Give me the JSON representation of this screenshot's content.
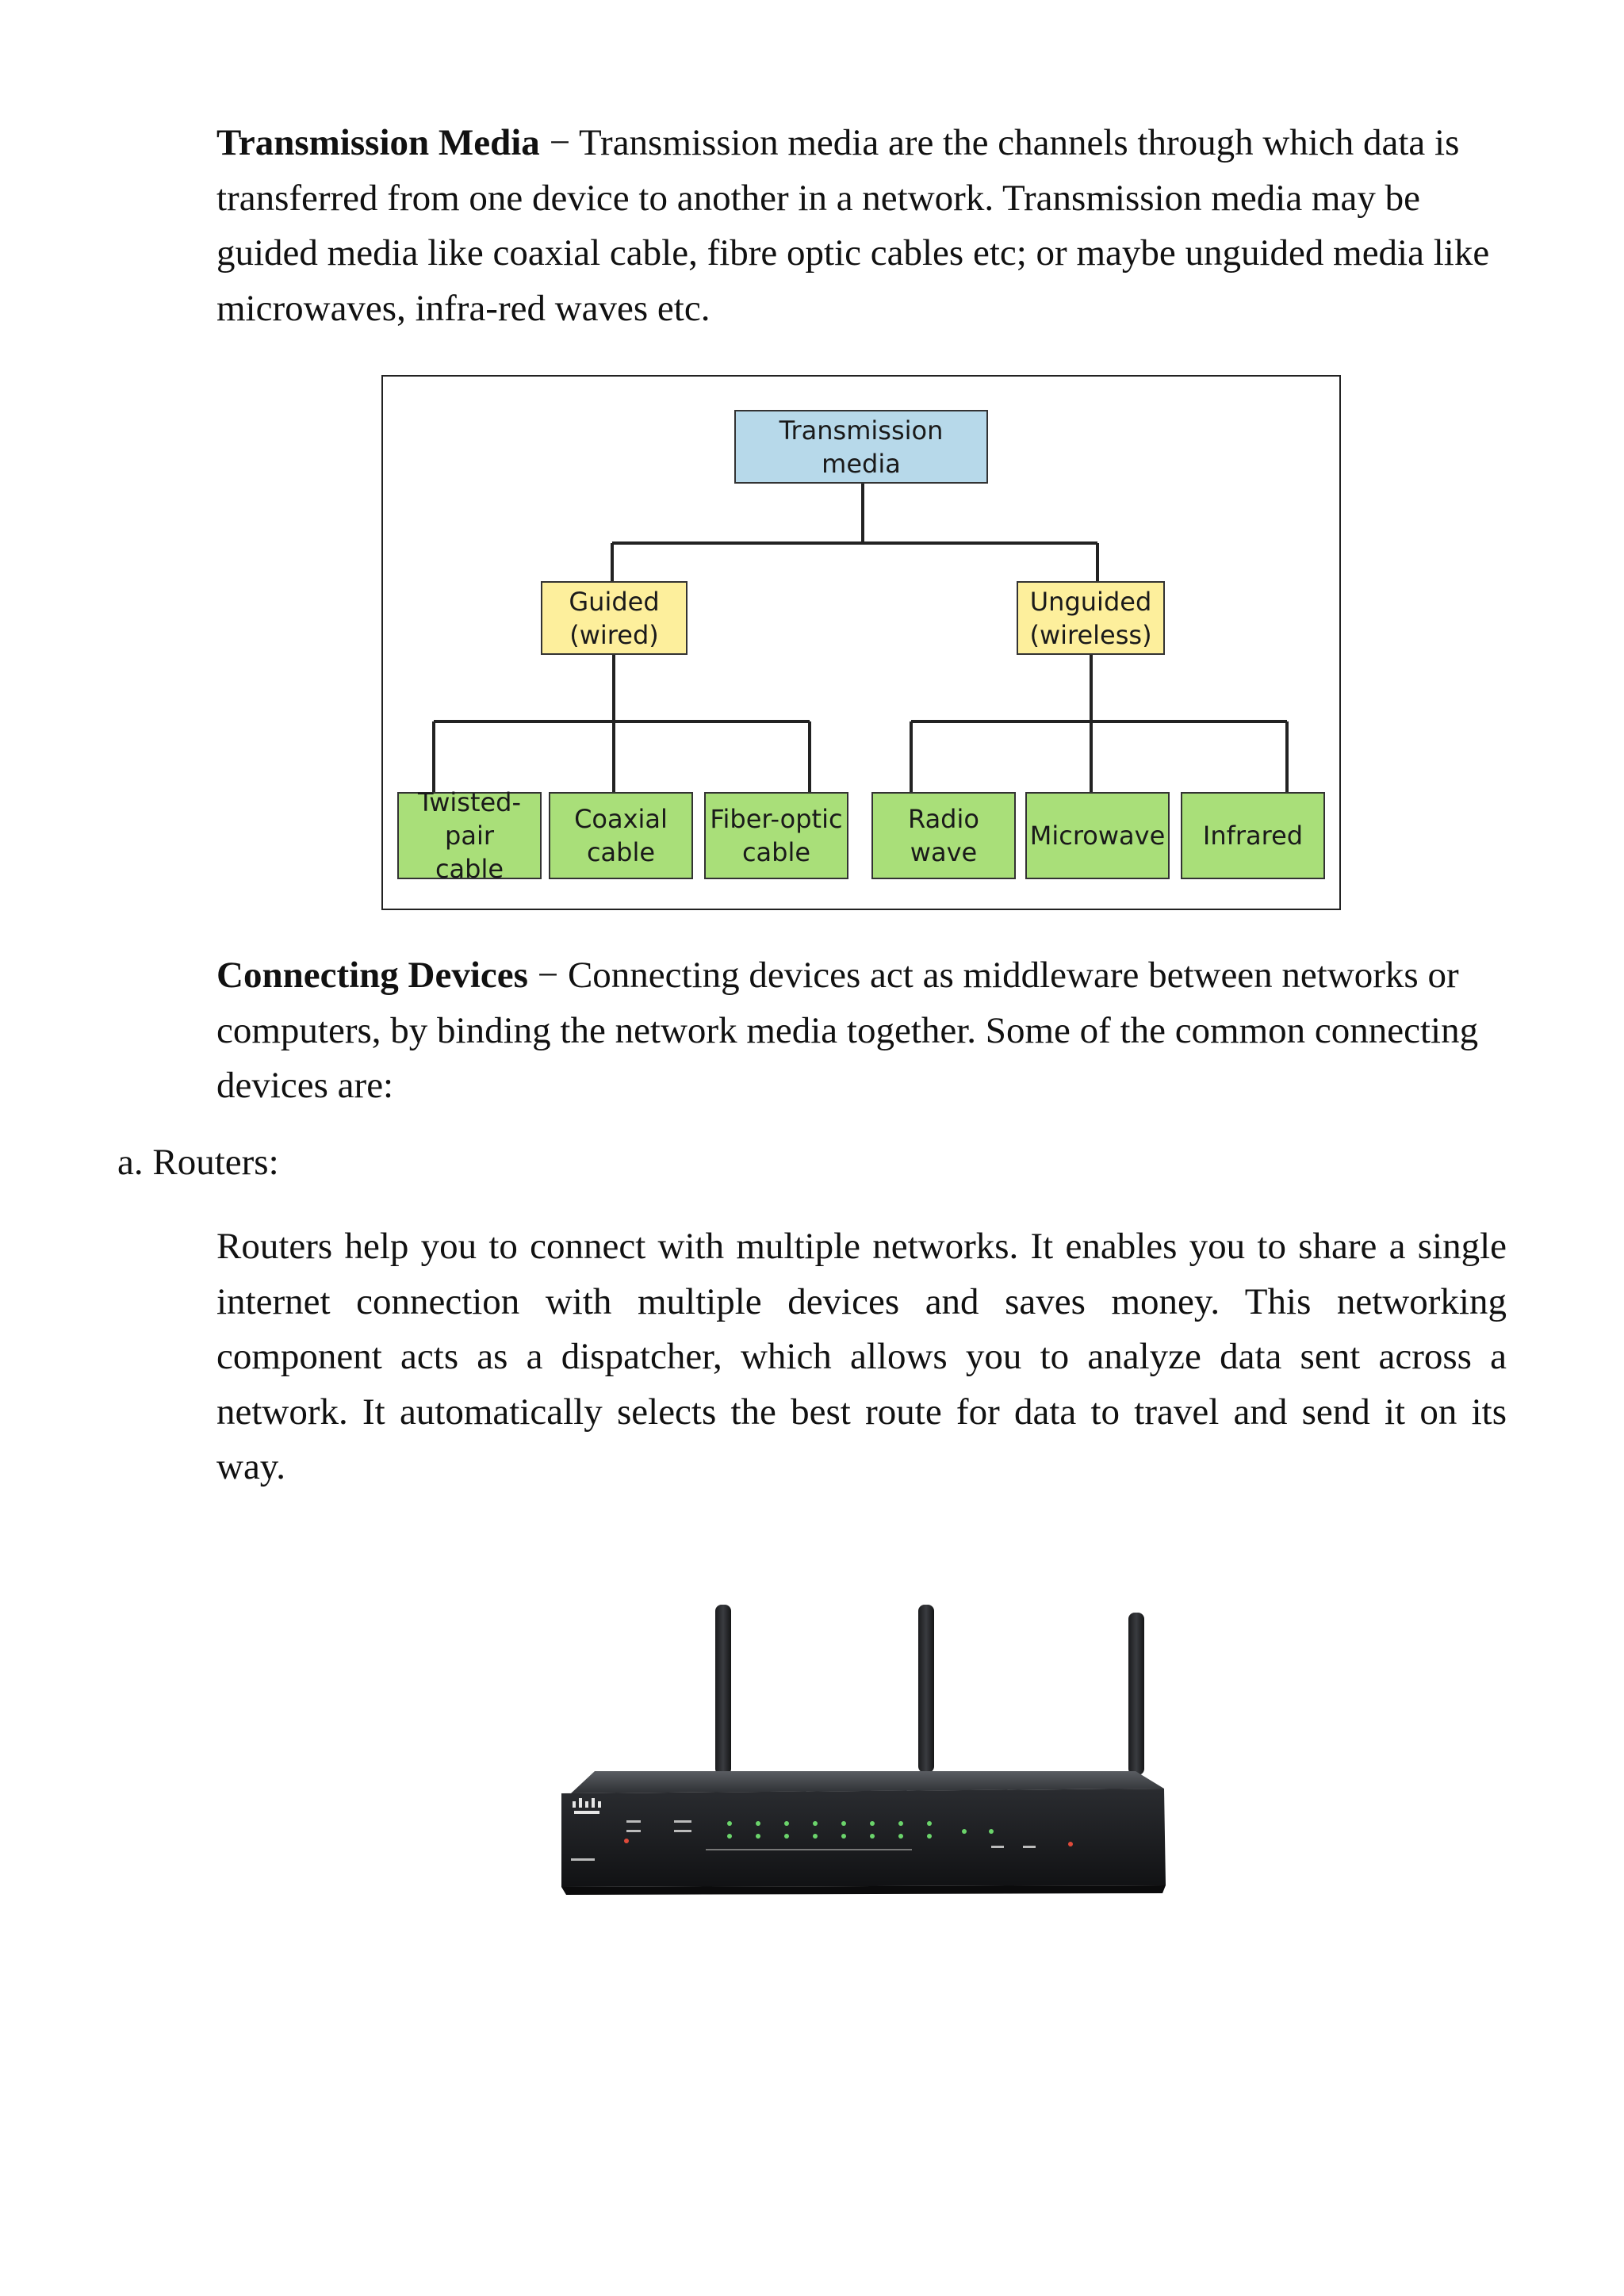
{
  "transmission": {
    "heading": "Transmission Media",
    "dash": " − ",
    "text": "Transmission media are the channels through which data is transferred from one device to another in a network. Transmission media may be guided media like coaxial cable, fibre optic cables etc; or maybe unguided media like microwaves, infra-red waves etc."
  },
  "diagram": {
    "root": "Transmission\nmedia",
    "guided": "Guided\n(wired)",
    "unguided": "Unguided\n(wireless)",
    "guided_items": [
      "Twisted-pair\ncable",
      "Coaxial\ncable",
      "Fiber-optic\ncable"
    ],
    "unguided_items": [
      "Radio wave",
      "Microwave",
      "Infrared"
    ],
    "colors": {
      "root": "#b7d9ea",
      "mid": "#fdef9c",
      "leaf": "#a9df79"
    }
  },
  "connecting": {
    "heading": "Connecting Devices",
    "dash": " − ",
    "text": "Connecting devices act as middleware between networks or computers, by binding the network media together. Some of the common connecting devices are:"
  },
  "routers": {
    "label": "a. Routers:",
    "text": "Routers help you to connect with multiple networks. It enables you to share a single internet connection with multiple devices and saves money. This networking component acts as a dispatcher, which allows you to analyze data sent across a network. It automatically selects the best route for data to travel and send it on its way.",
    "image_logo": "cisco"
  }
}
